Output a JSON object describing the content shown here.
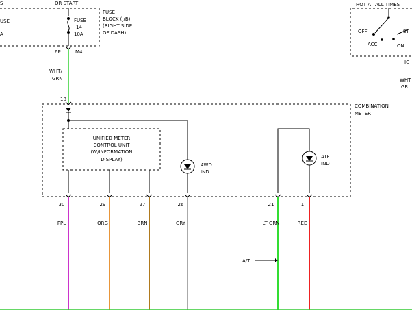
{
  "top_left": {
    "label_s": "S",
    "or_start": "OR START",
    "fuse_a": "USE",
    "fuse_b": "A"
  },
  "fuse": {
    "label": "FUSE",
    "number": "14",
    "rating": "10A",
    "block_line1": "FUSE",
    "block_line2": "BLOCK (J/B)",
    "block_line3": "(RIGHT SIDE",
    "block_line4": "OF DASH)"
  },
  "connectors": {
    "c1": "6P",
    "c2": "M4",
    "pin18": "18"
  },
  "wires_top": {
    "wht_grn_1": "WHT/",
    "wht_grn_2": "GRN"
  },
  "switch_box": {
    "title": "HOT AT ALL TIMES",
    "off": "OFF",
    "acc": "ACC",
    "on": "ON",
    "st": "ST",
    "ig": "IG",
    "wht": "WHT",
    "gr": "GR"
  },
  "combination_meter": {
    "line1": "COMBINATION",
    "line2": "METER"
  },
  "unified_unit": {
    "line1": "UNIFIED METER",
    "line2": "CONTROL UNIT",
    "line3": "(W/INFORMATION",
    "line4": "DISPLAY)"
  },
  "indicators": {
    "fwd_1": "4WD",
    "fwd_2": "IND",
    "atf_1": "ATF",
    "atf_2": "IND"
  },
  "pins": [
    {
      "pin": "30",
      "wire": "PPL",
      "color": "#cc33cc"
    },
    {
      "pin": "29",
      "wire": "ORG",
      "color": "#e8963a"
    },
    {
      "pin": "27",
      "wire": "BRN",
      "color": "#b07a1e"
    },
    {
      "pin": "26",
      "wire": "GRY",
      "color": "#aaaaaa"
    },
    {
      "pin": "21",
      "wire": "LT GRN",
      "color": "#33dd33"
    },
    {
      "pin": "1",
      "wire": "RED",
      "color": "#ee2222"
    }
  ],
  "at_label": "A/T",
  "colors": {
    "wht_grn": "#66dd66",
    "bottom_rail": "#33cc33"
  }
}
